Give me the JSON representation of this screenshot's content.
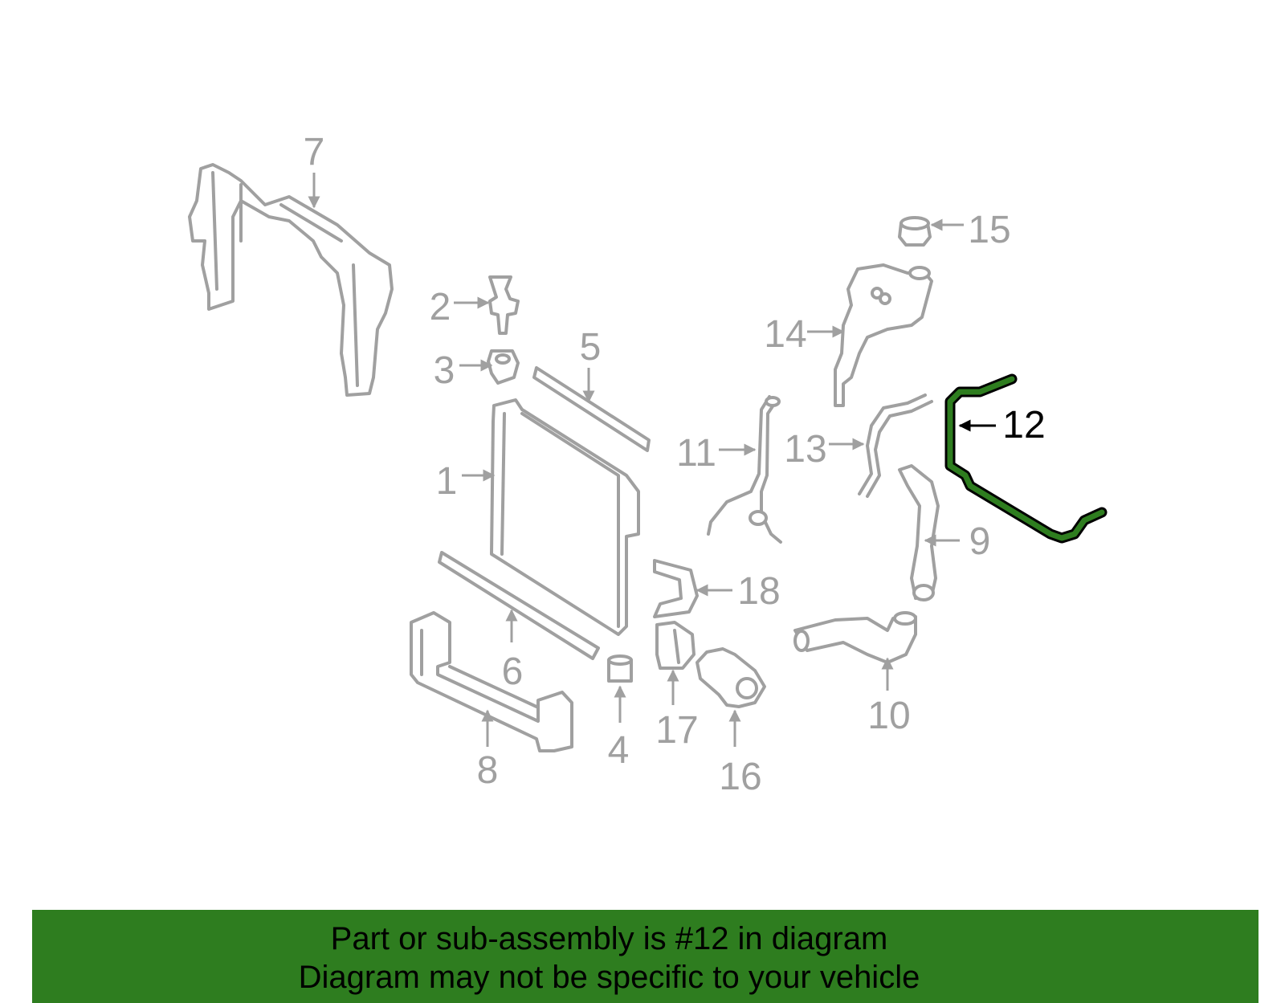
{
  "diagram": {
    "callouts": {
      "c1": "1",
      "c2": "2",
      "c3": "3",
      "c4": "4",
      "c5": "5",
      "c6": "6",
      "c7": "7",
      "c8": "8",
      "c9": "9",
      "c10": "10",
      "c11": "11",
      "c12": "12",
      "c13": "13",
      "c14": "14",
      "c15": "15",
      "c16": "16",
      "c17": "17",
      "c18": "18"
    },
    "highlighted_part": "12"
  },
  "banner": {
    "line1": "Part or sub-assembly is #12 in diagram",
    "line2": "Diagram may not be specific to your vehicle"
  },
  "colors": {
    "line_art": "#a0a0a0",
    "highlight": "#2e7d1f",
    "highlight_outline": "#000000",
    "banner_bg": "#2e7d1f",
    "banner_text": "#000000"
  }
}
